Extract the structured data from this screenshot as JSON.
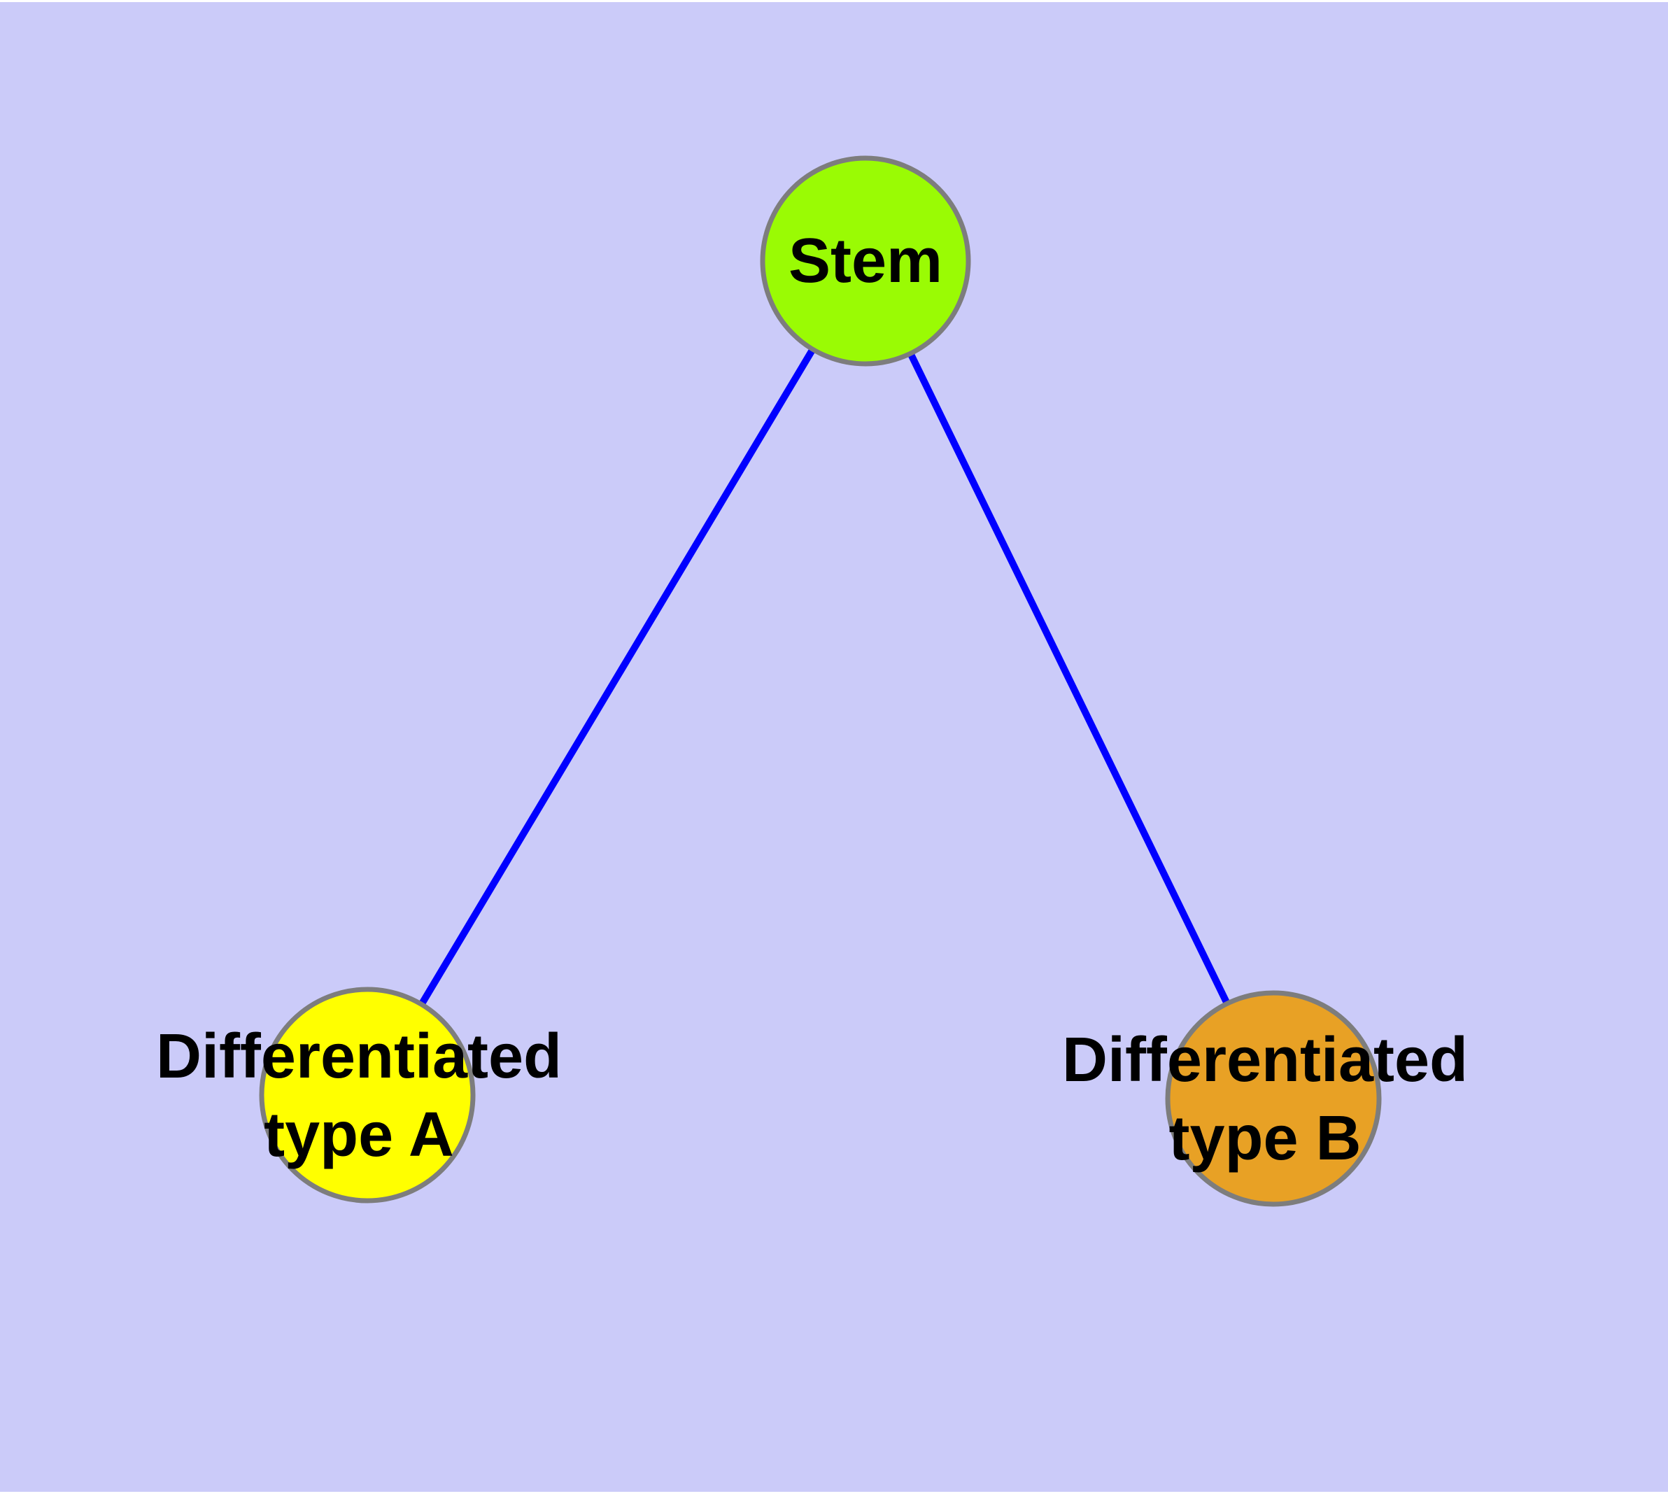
{
  "figure": {
    "background_color": "#cbcbf9",
    "margin_color": "#ffffff",
    "edge_color": "#0000ff",
    "node_border_color": "#7d7d7d",
    "label_color": "#000000",
    "nodes": [
      {
        "id": "stem",
        "label": "Stem",
        "fill": "#9afb04"
      },
      {
        "id": "differentiated-type-a",
        "label_line1": "Differentiated",
        "label_line2": "type A",
        "fill": "#ffff00"
      },
      {
        "id": "differentiated-type-b",
        "label_line1": "Differentiated",
        "label_line2": "type B",
        "fill": "#e8a125"
      }
    ],
    "edges": [
      {
        "from": "Stem",
        "to": "Differentiated type A"
      },
      {
        "from": "Stem",
        "to": "Differentiated type B"
      }
    ]
  }
}
